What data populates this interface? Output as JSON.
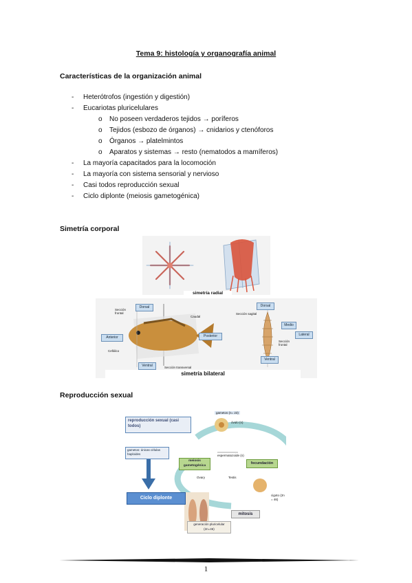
{
  "title": "Tema 9: histología y organografía animal",
  "section1": {
    "heading": "Características de la organización animal",
    "items": [
      {
        "text": "Heterótrofos (ingestión y digestión)"
      },
      {
        "text": "Eucariotas pluricelulares",
        "sub": [
          "No poseen verdaderos tejidos → poríferos",
          "Tejidos (esbozo de órganos) → cnidarios y ctenóforos",
          "Órganos → platelmintos",
          "Aparatos y sistemas → resto (nematodos a mamíferos)"
        ]
      },
      {
        "text": "La mayoría capacitados para la locomoción"
      },
      {
        "text": "La mayoría con sistema sensorial y nervioso"
      },
      {
        "text": "Casi todos reproducción sexual"
      },
      {
        "text": "Ciclo diplonte (meiosis gametogénica)"
      }
    ],
    "dash": "-",
    "bullet": "o"
  },
  "section2": {
    "heading": "Simetría corporal",
    "radial_caption": "simetría radial",
    "bilateral_caption": "simetría bilateral",
    "fish_labels": {
      "dorsal": "Dorsal",
      "ventral": "Ventral",
      "anterior": "Anterior",
      "posterior": "Posterior",
      "seccion_frontal": "Sección frontal",
      "caudal": "Caudal",
      "cefalico": "Cefálico",
      "seccion_transversal": "Sección transversal"
    },
    "worm_labels": {
      "dorsal": "Dorsal",
      "seccion_sagital": "Sección sagital",
      "medio": "Medio",
      "lateral": "Lateral",
      "seccion_frontal": "Sección frontal",
      "ventral": "Ventral"
    }
  },
  "section3": {
    "heading": "Reproducción sexual",
    "box_title": "reproducción sexual (casi todos)",
    "gametos_box": "gametos: únicas células haploides",
    "ciclo": "Ciclo diplonte",
    "gametos_label": "gametos (n= 23)",
    "ovulo": "óvulo (n)",
    "espermatozoide": "espermatozoide (n)",
    "meiosis": "meiosis gametogénica",
    "fecundacion": "fecundación",
    "ovary": "Ovary",
    "testis": "Testis",
    "cigoto": "cigoto (2n = 46)",
    "mitosis": "mitosis",
    "generacion": "generación pluricelular (2n=46)"
  },
  "page_number": "1"
}
